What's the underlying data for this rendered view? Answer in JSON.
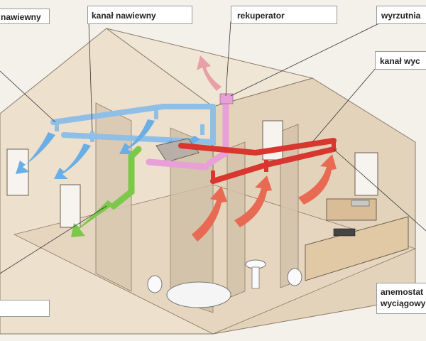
{
  "labels": {
    "supply_left": "nawiewny",
    "supply_duct": "kanał nawiewny",
    "recuperator": "rekuperator",
    "exhaust_vent": "wyrzutnia",
    "exhaust_duct": "kanał wyc",
    "anemostat_line1": "anemostat",
    "anemostat_line2": "wyciągowy",
    "bottom_left": ""
  },
  "colors": {
    "wall": "#e8d9c4",
    "wall_dark": "#d8c4a8",
    "roof_edge": "#8a7a66",
    "supply": "#8fbfe6",
    "supply_arrow": "#6aaee6",
    "exhaust": "#d8362f",
    "exhaust_arrow": "#e86a52",
    "recuperator_duct": "#e8a0d6",
    "fresh_air": "#7cc84a",
    "outlet_arrow": "#e8a0a8",
    "recuperator_unit": "#b8b0a8"
  }
}
